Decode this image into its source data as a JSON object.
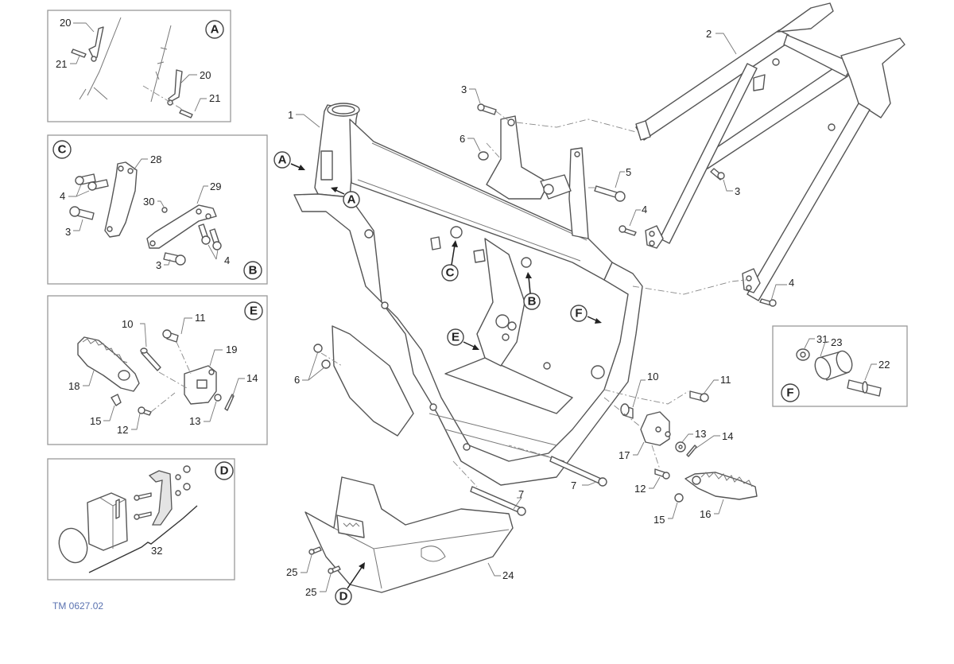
{
  "diagram": {
    "title_code": "TM 0627.02",
    "type": "exploded parts diagram - motorcycle frame",
    "detail_boxes": {
      "A": {
        "letter": "A",
        "labels": [
          "20",
          "21",
          "20",
          "21"
        ]
      },
      "C_B": {
        "letter_top": "C",
        "letter_bottom": "B",
        "labels": [
          "28",
          "4",
          "3",
          "30",
          "29",
          "3",
          "4"
        ]
      },
      "E": {
        "letter": "E",
        "labels": [
          "10",
          "11",
          "19",
          "18",
          "14",
          "15",
          "12",
          "13"
        ]
      },
      "D": {
        "letter": "D",
        "labels": [
          "32"
        ]
      },
      "F": {
        "letter": "F",
        "labels": [
          "31",
          "23",
          "22"
        ]
      }
    },
    "main_labels": {
      "frame": "1",
      "subframe": "2",
      "bolt_3_top": "3",
      "bolt_3_sub": "3",
      "nut_6_top": "6",
      "nut_6_low": "6",
      "bolt_5": "5",
      "bolt_4_a": "4",
      "bolt_4_b": "4",
      "bolt_7_a": "7",
      "bolt_7_b": "7",
      "pin_10": "10",
      "bolt_11": "11",
      "bolt_12": "12",
      "washer_13": "13",
      "pin_14": "14",
      "spring_15": "15",
      "footpeg_16": "16",
      "bracket_17": "17",
      "skidplate_24": "24",
      "screw_25_a": "25",
      "screw_25_b": "25"
    },
    "callouts": {
      "A1": "A",
      "A2": "A",
      "B": "B",
      "C": "C",
      "D": "D",
      "E": "E",
      "F": "F"
    }
  }
}
